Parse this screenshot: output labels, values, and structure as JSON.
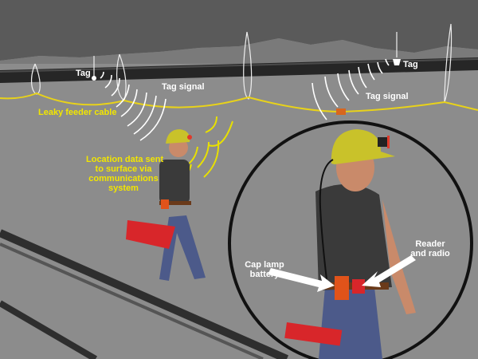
{
  "labels": {
    "tag_left": "Tag",
    "tag_right": "Tag",
    "tag_signal_left": "Tag signal",
    "tag_signal_right": "Tag signal",
    "leaky_feeder": "Leaky feeder cable",
    "location_data": [
      "Location data sent",
      "to surface via",
      "communications",
      "system"
    ],
    "cap_lamp": [
      "Cap lamp",
      "battery"
    ],
    "reader_radio": [
      "Reader",
      "and radio"
    ]
  },
  "colors": {
    "tunnel": "#8c8c8c",
    "ceiling": "#5e5e5e",
    "pipe": "#2a2a2a",
    "cable": "#e8d21a",
    "label_yellow": "#f2e600",
    "helmet": "#c9c22a",
    "device": "#e0531a"
  }
}
